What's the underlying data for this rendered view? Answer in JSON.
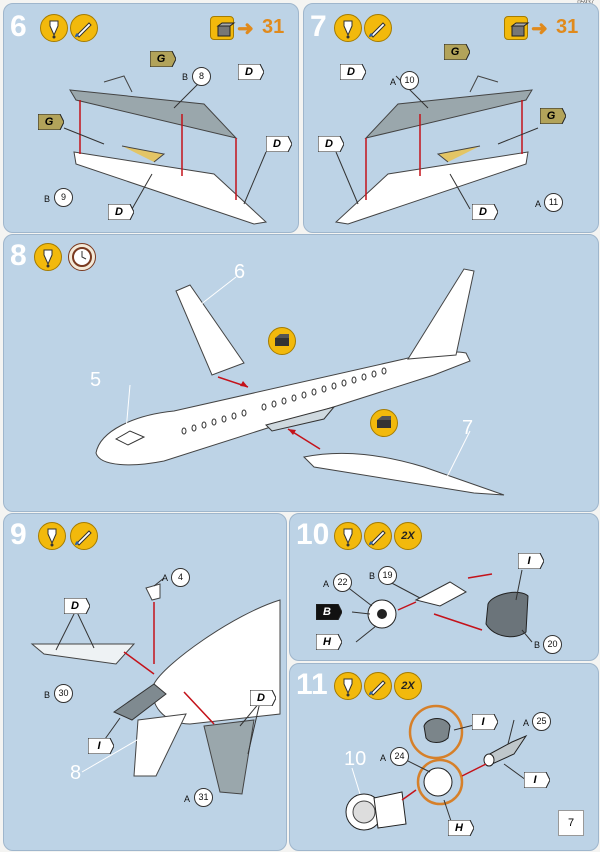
{
  "page": {
    "corner_code": "05937",
    "page_number": "7"
  },
  "colors": {
    "panel_bg": "#bdd3e6",
    "icon_yellow": "#f2b90c",
    "arrow_red": "#c4121a",
    "ref_orange": "#e08a1c"
  },
  "steps": [
    {
      "number": "6",
      "icons": [
        "glue-icon",
        "paint-brush-icon"
      ],
      "ref_icon": "box-icon",
      "ref_label": "31",
      "parts": [
        {
          "sprue": "B",
          "num": "8"
        },
        {
          "sprue": "B",
          "num": "9"
        }
      ],
      "paint_codes": [
        "G",
        "D",
        "G",
        "D",
        "D"
      ]
    },
    {
      "number": "7",
      "icons": [
        "glue-icon",
        "paint-brush-icon"
      ],
      "ref_icon": "box-icon",
      "ref_label": "31",
      "parts": [
        {
          "sprue": "A",
          "num": "10"
        },
        {
          "sprue": "A",
          "num": "11"
        }
      ],
      "paint_codes": [
        "G",
        "D",
        "G",
        "D",
        "D"
      ]
    },
    {
      "number": "8",
      "icons": [
        "glue-icon",
        "clock-icon"
      ],
      "assembly_labels": [
        "6",
        "5",
        "7"
      ]
    },
    {
      "number": "9",
      "icons": [
        "glue-icon",
        "paint-brush-icon"
      ],
      "parts": [
        {
          "sprue": "A",
          "num": "4"
        },
        {
          "sprue": "B",
          "num": "30"
        },
        {
          "sprue": "A",
          "num": "31"
        }
      ],
      "paint_codes": [
        "D",
        "I",
        "D"
      ],
      "assembly_labels": [
        "8"
      ]
    },
    {
      "number": "10",
      "icons": [
        "glue-icon",
        "paint-brush-icon"
      ],
      "multiplier": "2X",
      "parts": [
        {
          "sprue": "A",
          "num": "22"
        },
        {
          "sprue": "B",
          "num": "19"
        },
        {
          "sprue": "B",
          "num": "20"
        }
      ],
      "paint_codes": [
        "I",
        "B",
        "H"
      ]
    },
    {
      "number": "11",
      "icons": [
        "glue-icon",
        "paint-brush-icon"
      ],
      "multiplier": "2X",
      "parts": [
        {
          "sprue": "A",
          "num": "25"
        },
        {
          "sprue": "A",
          "num": "24"
        }
      ],
      "paint_codes": [
        "I",
        "I",
        "H"
      ],
      "assembly_labels": [
        "10"
      ]
    }
  ]
}
